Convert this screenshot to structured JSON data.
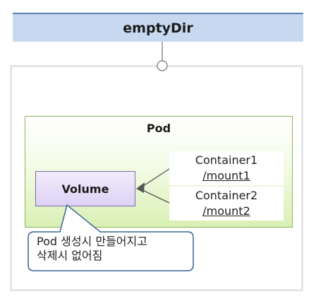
{
  "title": "emptyDir",
  "pod": {
    "label": "Pod"
  },
  "volume": {
    "label": "Volume"
  },
  "containers": [
    {
      "name": "Container1",
      "mount": "/mount1"
    },
    {
      "name": "Container2",
      "mount": "/mount2"
    }
  ],
  "callout": {
    "line1": "Pod 생성시 만들어지고",
    "line2": "삭제시 없어짐"
  }
}
